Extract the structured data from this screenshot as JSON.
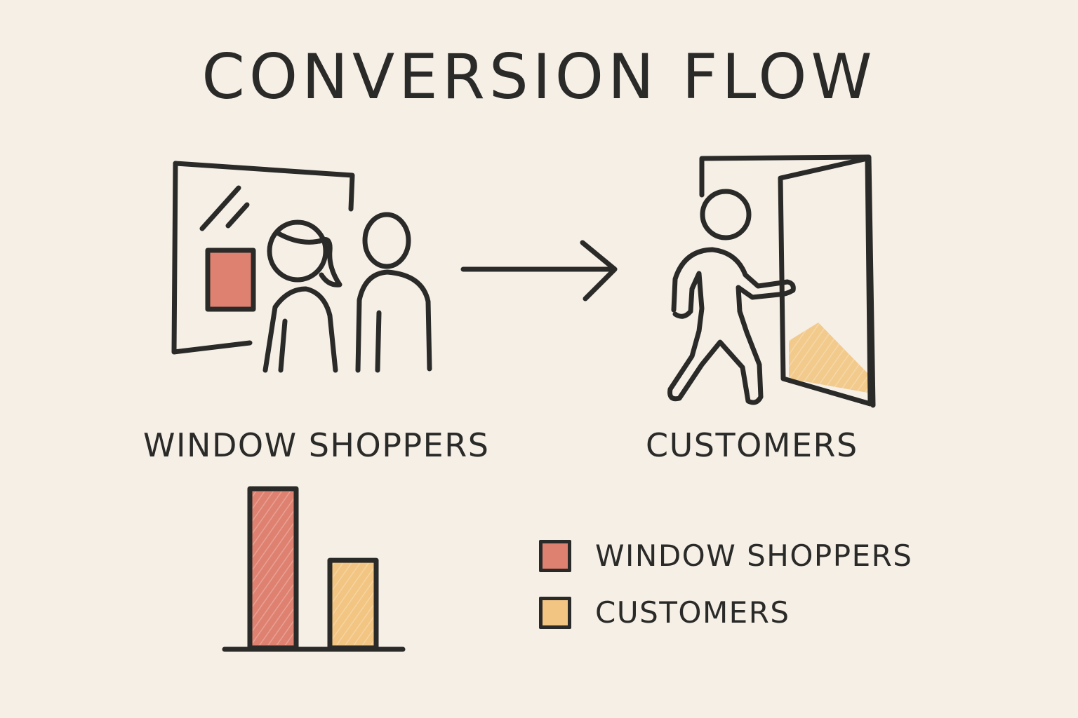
{
  "title": "CONVERSION FLOW",
  "stages": {
    "left_label": "WINDOW SHOPPERS",
    "right_label": "CUSTOMERS"
  },
  "legend": [
    {
      "label": "WINDOW SHOPPERS",
      "color": "#df8170"
    },
    {
      "label": "CUSTOMERS",
      "color": "#f2c582"
    }
  ],
  "colors": {
    "ink": "#2a2a28",
    "background": "#f6efe6",
    "window_shoppers": "#df8170",
    "customers": "#f2c582"
  },
  "chart_data": {
    "type": "bar",
    "categories": [
      "WINDOW SHOPPERS",
      "CUSTOMERS"
    ],
    "values": [
      100,
      55
    ],
    "colors": [
      "#df8170",
      "#f2c582"
    ],
    "title": "",
    "xlabel": "",
    "ylabel": "",
    "ylim": [
      0,
      100
    ],
    "grid": false,
    "legend_position": "right"
  }
}
